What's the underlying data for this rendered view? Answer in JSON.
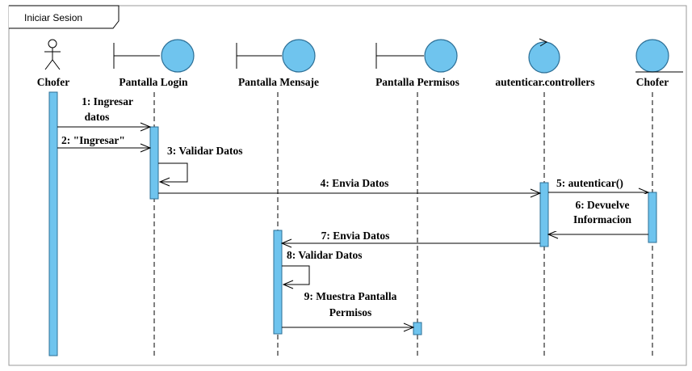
{
  "frame": {
    "title": "Iniciar Sesion"
  },
  "colors": {
    "activation": "#6fc4ee",
    "border": "#2c6f96",
    "line": "#000000"
  },
  "lifelines": [
    {
      "id": "chofer-actor",
      "label": "Chofer",
      "icon": "actor-icon"
    },
    {
      "id": "pantalla-login",
      "label": "Pantalla Login",
      "icon": "boundary-icon"
    },
    {
      "id": "pantalla-mensaje",
      "label": "Pantalla Mensaje",
      "icon": "boundary-icon"
    },
    {
      "id": "pantalla-permisos",
      "label": "Pantalla Permisos",
      "icon": "boundary-icon"
    },
    {
      "id": "autenticar-controllers",
      "label": "autenticar.controllers",
      "icon": "control-icon"
    },
    {
      "id": "chofer-entity",
      "label": "Chofer",
      "icon": "entity-icon"
    }
  ],
  "messages": [
    {
      "lines": [
        "1: Ingresar",
        "datos"
      ]
    },
    {
      "lines": [
        "2: \"Ingresar\""
      ]
    },
    {
      "lines": [
        "3: Validar Datos"
      ]
    },
    {
      "lines": [
        "4: Envia Datos"
      ]
    },
    {
      "lines": [
        "5: autenticar()"
      ]
    },
    {
      "lines": [
        "6: Devuelve",
        "Informacion"
      ]
    },
    {
      "lines": [
        "7: Envia Datos"
      ]
    },
    {
      "lines": [
        "8: Validar Datos"
      ]
    },
    {
      "lines": [
        "9: Muestra Pantalla",
        "Permisos"
      ]
    }
  ]
}
